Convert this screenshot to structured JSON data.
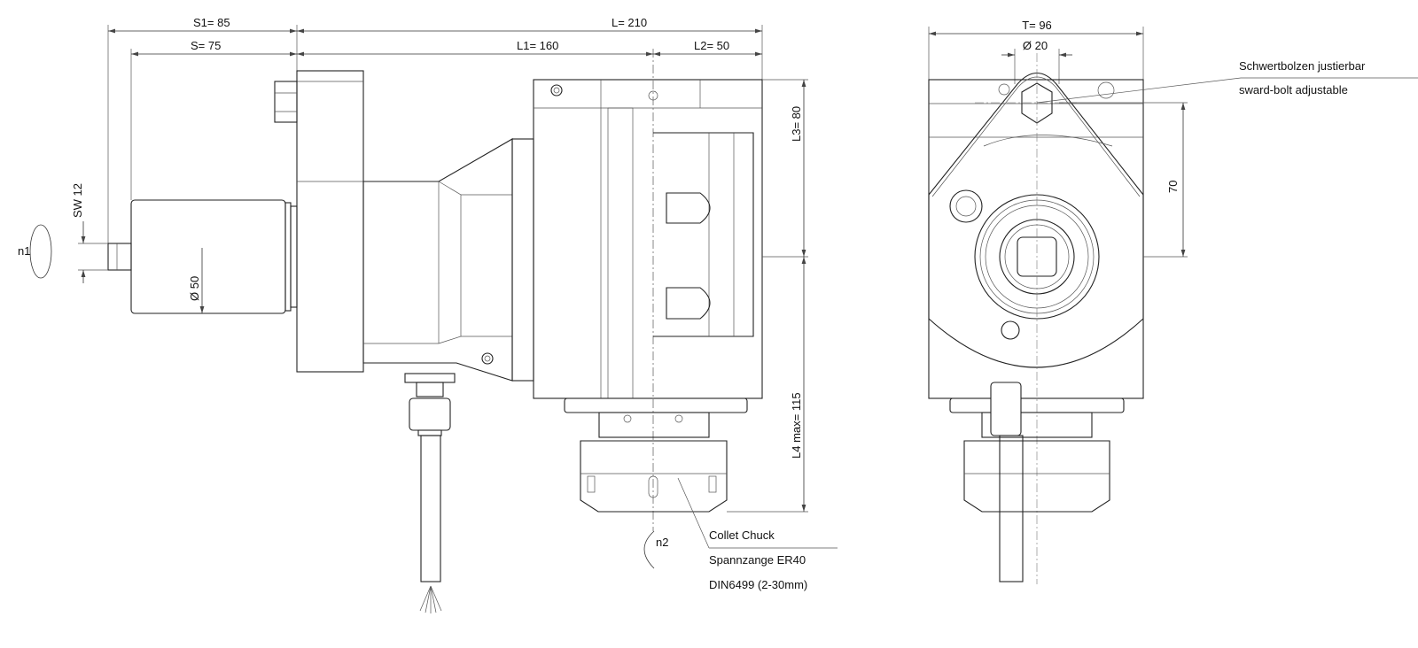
{
  "dimensions": {
    "s1": "S1=  85",
    "s": "S= 75",
    "l": "L=  210",
    "l1": "L1=  160",
    "l2": "L2=  50",
    "l3": "L3=  80",
    "l4": "L4 max=   115",
    "sw": "SW 12",
    "dia50": "Ø 50",
    "t": "T=  96",
    "dia20": "Ø  20",
    "h70": "70"
  },
  "rotation": {
    "n1": "n1",
    "n2": "n2"
  },
  "annotations": {
    "collet_1": "Collet Chuck",
    "collet_2": "Spannzange ER40",
    "collet_3": "DIN6499 (2-30mm)",
    "bolt_1": "Schwertbolzen justierbar",
    "bolt_2": "sward-bolt adjustable"
  }
}
